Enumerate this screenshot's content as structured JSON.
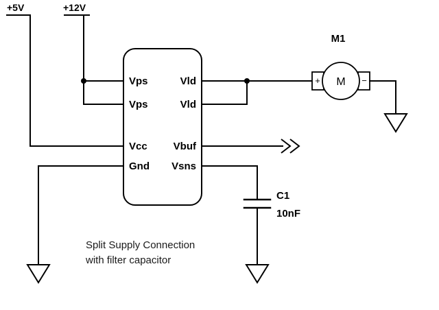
{
  "diagram": {
    "rails": {
      "rail_5v": "+5V",
      "rail_12v": "+12V"
    },
    "ic": {
      "left_pins": [
        "Vps",
        "Vps",
        "Vcc",
        "Gnd"
      ],
      "right_pins": [
        "Vld",
        "Vld",
        "Vbuf",
        "Vsns"
      ]
    },
    "motor": {
      "ref": "M1",
      "letter": "M",
      "plus_terminal": "+",
      "minus_terminal": "−"
    },
    "capacitor": {
      "ref": "C1",
      "value": "10nF"
    },
    "caption": {
      "line1": "Split Supply Connection",
      "line2": "with filter capacitor"
    },
    "colors": {
      "wire": "#000000",
      "ic_fill": "#f2d7da",
      "ic_stroke": "#3d3d3d"
    }
  }
}
